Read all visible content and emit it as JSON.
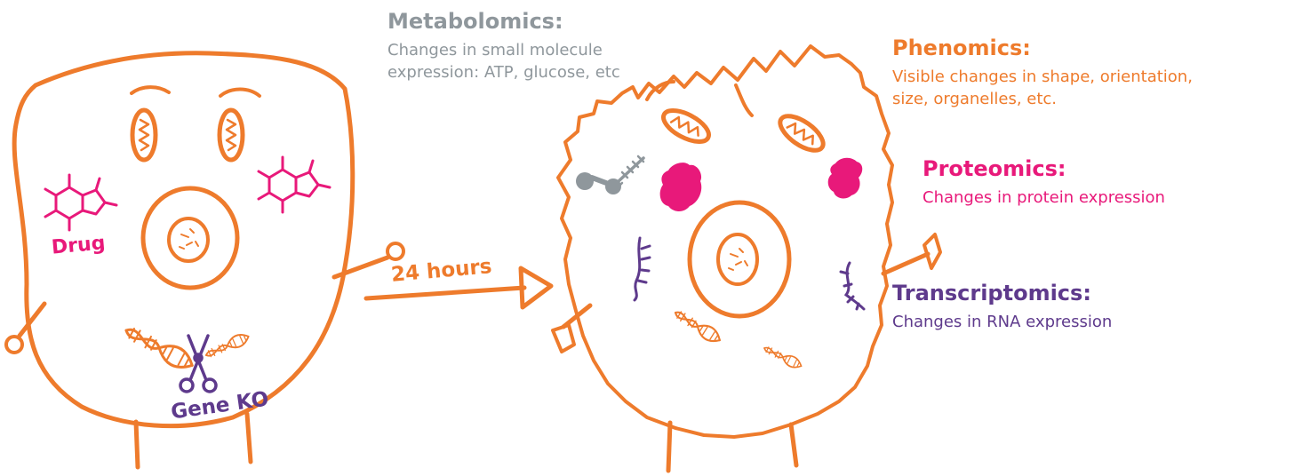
{
  "colors": {
    "orange": "#ee7b2c",
    "magenta": "#e8197a",
    "gray": "#8f979c",
    "purple": "#5e3a8c"
  },
  "before_cell": {
    "drug_label": "Drug",
    "gene_ko_label": "Gene KO",
    "icons": [
      "drug-molecule-icon",
      "dna-helix-icon",
      "scissors-icon",
      "mitochondria-icon",
      "nucleus-icon"
    ]
  },
  "transition": {
    "label": "24 hours"
  },
  "after_cell": {
    "icons": [
      "metabolite-icon",
      "protein-blob-icon",
      "rna-strand-icon",
      "dna-helix-icon",
      "mitochondria-icon",
      "nucleus-icon"
    ]
  },
  "annotations": {
    "metabolomics": {
      "title": "Metabolomics:",
      "lines": [
        "Changes in small molecule",
        "expression: ATP, glucose, etc"
      ]
    },
    "phenomics": {
      "title": "Phenomics:",
      "lines": [
        "Visible changes in shape, orientation,",
        "size, organelles, etc."
      ]
    },
    "proteomics": {
      "title": "Proteomics:",
      "lines": [
        "Changes in protein expression"
      ]
    },
    "transcriptomics": {
      "title": "Transcriptomics:",
      "lines": [
        "Changes in RNA expression"
      ]
    }
  }
}
